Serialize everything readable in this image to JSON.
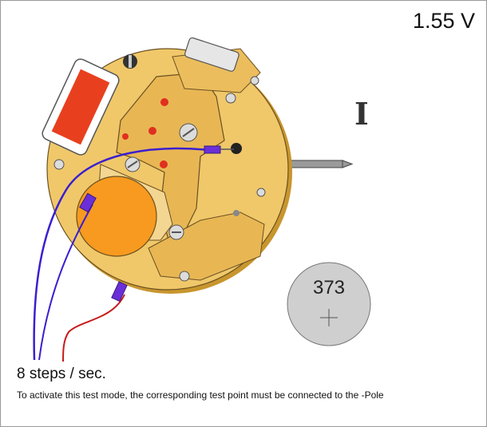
{
  "voltage": "1.55 V",
  "mode_indicator": "I",
  "battery": {
    "label": "373",
    "polarity_symbol": "+"
  },
  "steps_text": "8 steps / sec.",
  "description": "To activate this test mode, the corresponding test point must be connected to the -Pole",
  "colors": {
    "plate": "#f0c86a",
    "plate_shadow": "#c8962e",
    "coil": "#e8401f",
    "rotor": "#f79a1f",
    "probe": "#6a2fd8",
    "wire_blue": "#3a1fd0",
    "wire_red": "#c81a1a",
    "battery": "#cfcfcf"
  }
}
